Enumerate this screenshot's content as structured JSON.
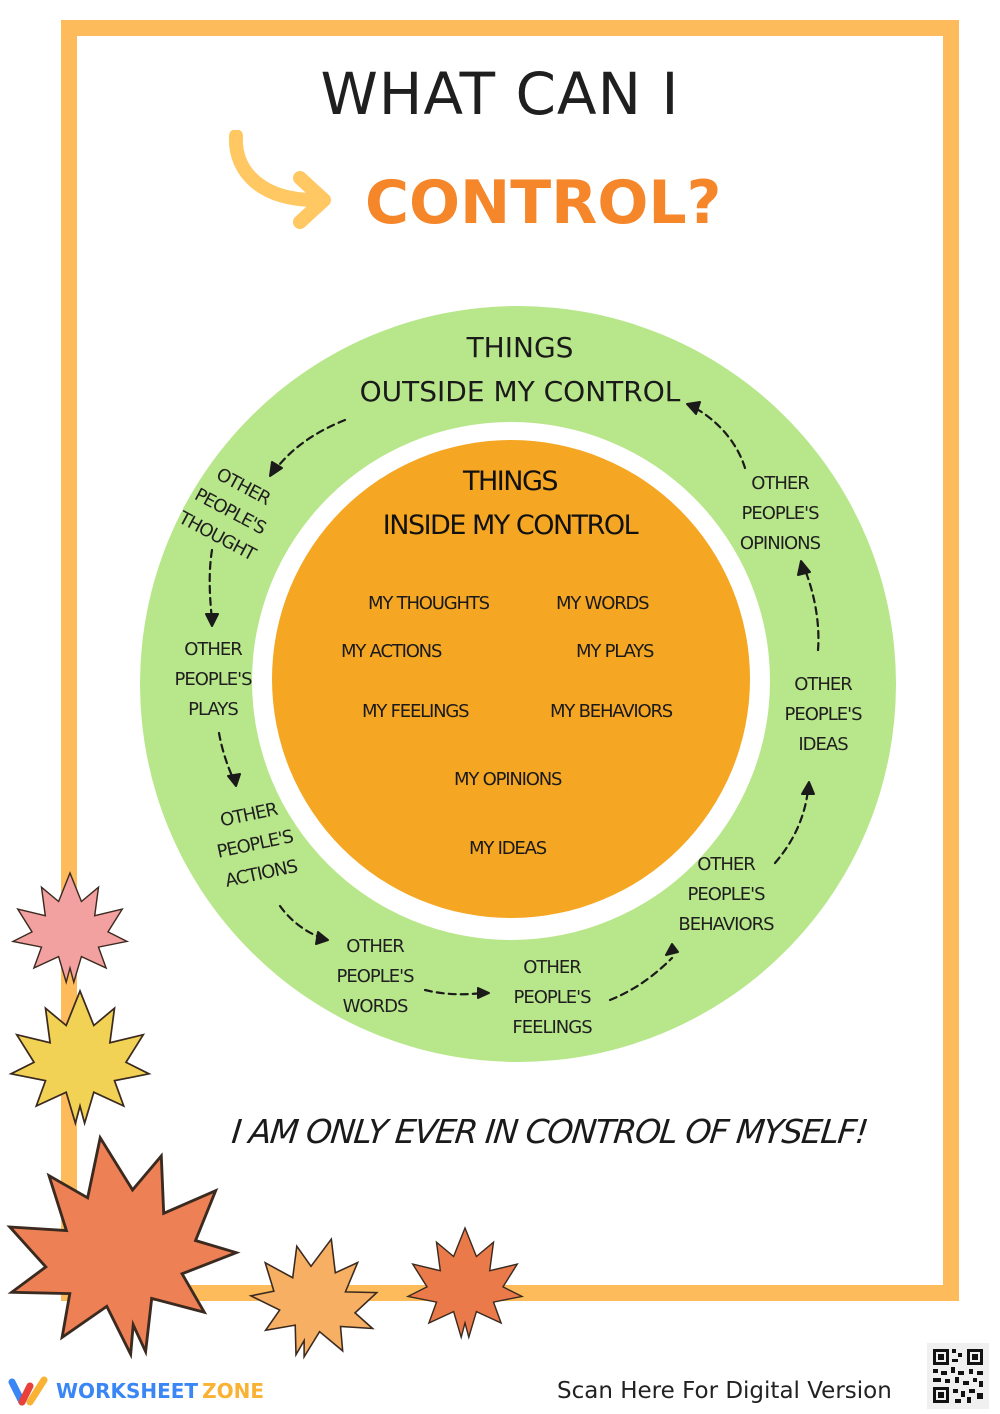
{
  "header": {
    "title_line1": "WHAT CAN I",
    "title_line2": "CONTROL?",
    "arrow_icon": "curved-arrow-right-icon"
  },
  "colors": {
    "frame": "#FDBB5C",
    "title_accent": "#F5862A",
    "arrow": "#FFC862",
    "outer_ring": "#B8E68A",
    "inner_circle": "#F5A623",
    "brand_blue": "#3A86F5",
    "brand_yellow": "#F9B233"
  },
  "outer_circle": {
    "heading_line1": "THINGS",
    "heading_line2": "OUTSIDE MY CONTROL",
    "items": [
      {
        "line1": "OTHER",
        "line2": "PEOPLE'S",
        "line3": "THOUGHT"
      },
      {
        "line1": "OTHER",
        "line2": "PEOPLE'S",
        "line3": "PLAYS"
      },
      {
        "line1": "OTHER",
        "line2": "PEOPLE'S",
        "line3": "ACTIONS"
      },
      {
        "line1": "OTHER",
        "line2": "PEOPLE'S",
        "line3": "WORDS"
      },
      {
        "line1": "OTHER",
        "line2": "PEOPLE'S",
        "line3": "FEELINGS"
      },
      {
        "line1": "OTHER",
        "line2": "PEOPLE'S",
        "line3": "BEHAVIORS"
      },
      {
        "line1": "OTHER",
        "line2": "PEOPLE'S",
        "line3": "IDEAS"
      },
      {
        "line1": "OTHER",
        "line2": "PEOPLE'S",
        "line3": "OPINIONS"
      }
    ]
  },
  "inner_circle": {
    "heading_line1": "THINGS",
    "heading_line2": "INSIDE MY CONTROL",
    "items": [
      "MY THOUGHTS",
      "MY WORDS",
      "MY ACTIONS",
      "MY PLAYS",
      "MY FEELINGS",
      "MY BEHAVIORS",
      "MY OPINIONS",
      "MY IDEAS"
    ]
  },
  "tagline": "I AM ONLY EVER IN CONTROL OF MYSELF!",
  "footer": {
    "brand_part1": "WORKSHEET",
    "brand_part2": "ZONE",
    "scan_text": "Scan Here For Digital Version",
    "qr_icon": "qr-code-icon"
  }
}
